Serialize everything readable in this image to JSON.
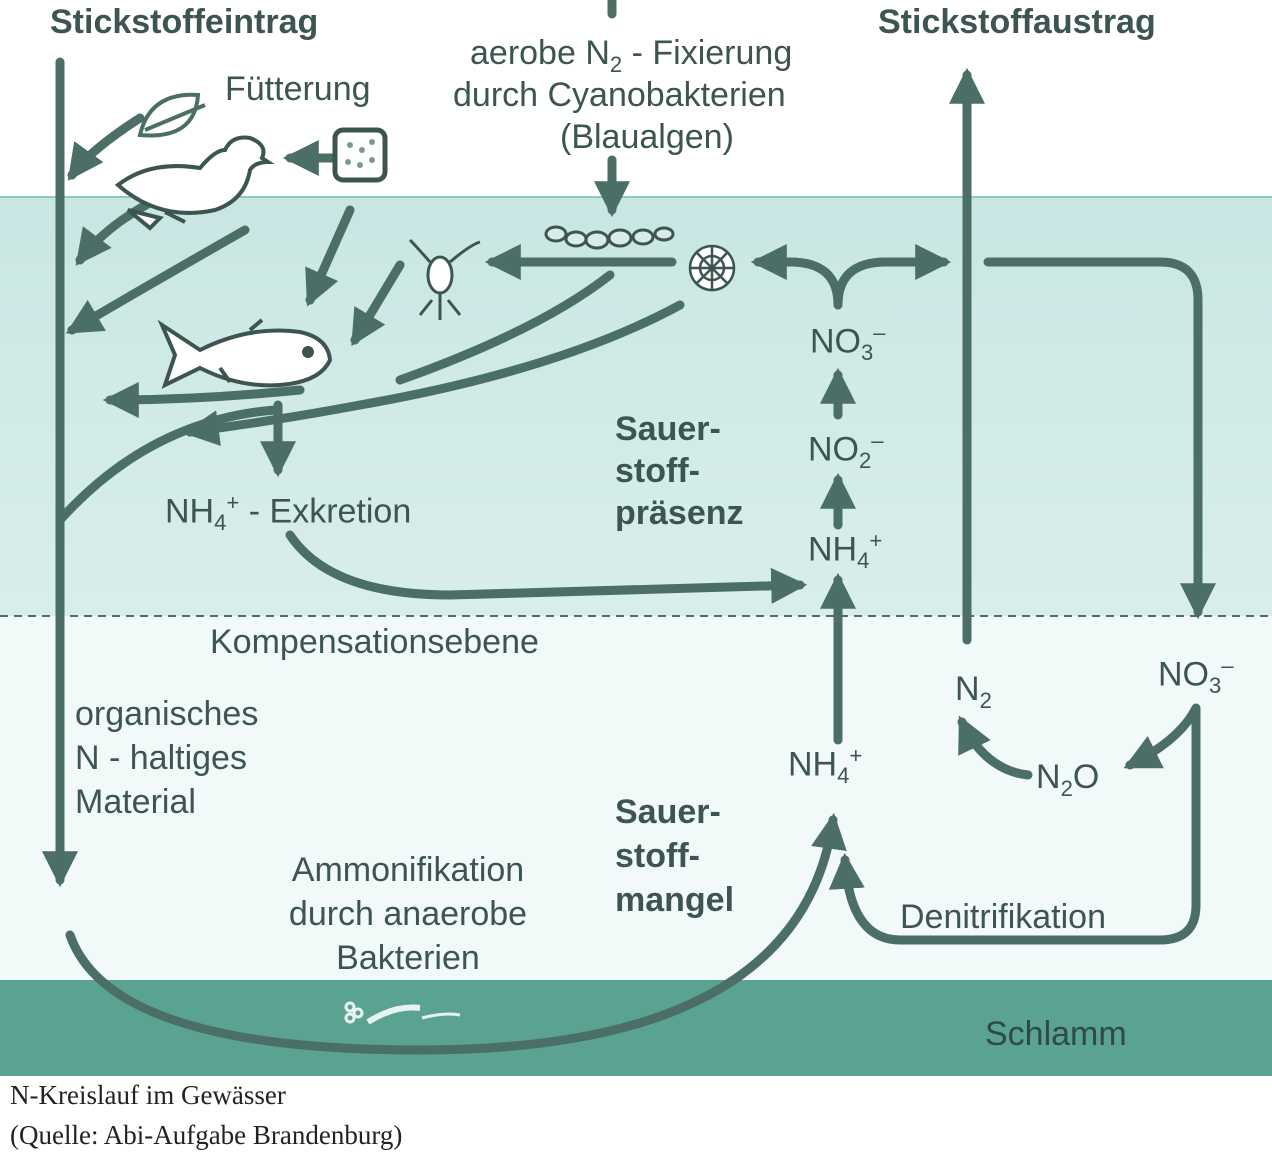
{
  "labels": {
    "input_title": "Stickstoffeintrag",
    "output_title": "Stickstoffaustrag",
    "feeding": "Fütterung",
    "fixation_line1_pre": "aerobe N",
    "fixation_line1_sub": "2",
    "fixation_line1_post": " - Fixierung",
    "fixation_line2": "durch Cyanobakterien",
    "fixation_line3": "(Blaualgen)",
    "nh4_excretion_pre": "NH",
    "nh4_excretion_sub": "4",
    "nh4_excretion_sup": "+",
    "nh4_excretion_post": " - Exkretion",
    "oxygen_presence": [
      "Sauer-",
      "stoff-",
      "präsenz"
    ],
    "oxygen_deficit": [
      "Sauer-",
      "stoff-",
      "mangel"
    ],
    "compensation_level": "Kompensationsebene",
    "organic_material": [
      "organisches",
      "N - haltiges",
      "Material"
    ],
    "ammonification": [
      "Ammonifikation",
      "durch anaerobe",
      "Bakterien"
    ],
    "denitrification": "Denitrifikation",
    "mud": "Schlamm"
  },
  "chemistry": {
    "no3_upper": {
      "base": "NO",
      "sub": "3",
      "sup": "–"
    },
    "no2_upper": {
      "base": "NO",
      "sub": "2",
      "sup": "–"
    },
    "nh4_upper": {
      "base": "NH",
      "sub": "4",
      "sup": "+"
    },
    "nh4_lower": {
      "base": "NH",
      "sub": "4",
      "sup": "+"
    },
    "n2": {
      "base": "N",
      "sub": "2"
    },
    "n2o": {
      "base": "N",
      "sub": "2",
      "post": "O"
    },
    "no3_lower": {
      "base": "NO",
      "sub": "3",
      "sup": "–"
    }
  },
  "caption": {
    "line1": "N-Kreislauf im Gewässer",
    "line2": "(Quelle: Abi-Aufgabe Brandenburg)"
  },
  "colors": {
    "arrow": "#4b6e67",
    "water": "#c9e6e3",
    "mud": "#5aa292",
    "text": "#3d5551"
  },
  "icons": [
    "leaf-icon",
    "duck-icon",
    "feed-pellet-icon",
    "cyanobacteria-chain-icon",
    "plankton-cell-icon",
    "zooplankton-icon",
    "fish-icon",
    "worm-icon"
  ]
}
